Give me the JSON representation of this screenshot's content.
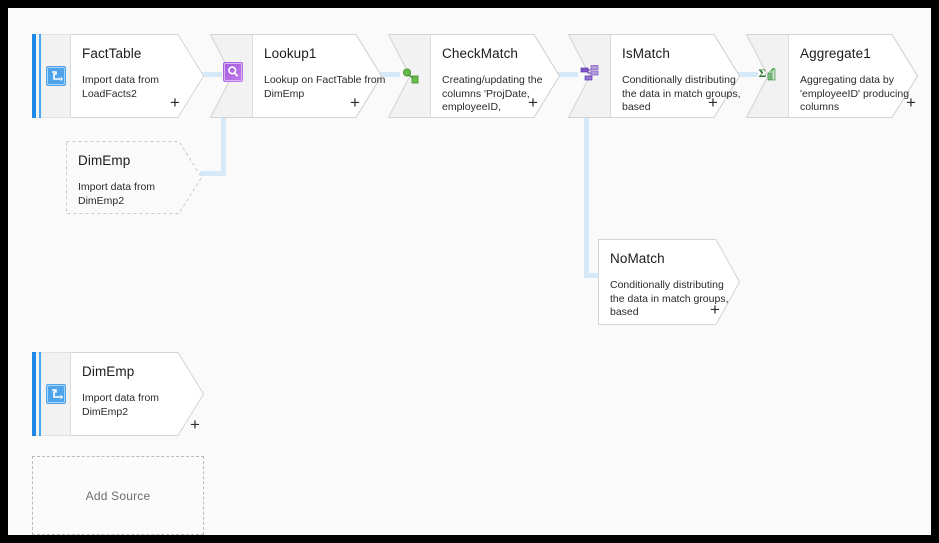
{
  "canvas": {
    "background": "#fafafa",
    "connector_color": "#d6e9f8",
    "frame_color": "#000000"
  },
  "nodes": [
    {
      "id": "factTable",
      "name": "FactTable",
      "description": "Import data from LoadFacts2",
      "kind": "source",
      "icon": "import-source-icon",
      "icon_color": "#2e86de",
      "style": "solid",
      "plus": "+"
    },
    {
      "id": "dimEmpGhost",
      "name": "DimEmp",
      "description": "Import data from DimEmp2",
      "kind": "source-reference",
      "icon": "none",
      "icon_color": "",
      "style": "dashed",
      "plus": ""
    },
    {
      "id": "lookup1",
      "name": "Lookup1",
      "description": "Lookup on FactTable from DimEmp",
      "kind": "transform",
      "icon": "lookup-icon",
      "icon_color": "#8e44d8",
      "style": "solid",
      "plus": "+"
    },
    {
      "id": "checkMatch",
      "name": "CheckMatch",
      "description": "Creating/updating the columns 'ProjDate, employeeID,",
      "kind": "transform",
      "icon": "derived-column-icon",
      "icon_color": "#4caf50",
      "style": "solid",
      "plus": "+"
    },
    {
      "id": "isMatch",
      "name": "IsMatch",
      "description": "Conditionally distributing the data in match groups, based",
      "kind": "transform",
      "icon": "conditional-split-icon",
      "icon_color": "#7e57c2",
      "style": "solid",
      "plus": "+"
    },
    {
      "id": "aggregate1",
      "name": "Aggregate1",
      "description": "Aggregating data by 'employeeID' producing columns",
      "kind": "transform",
      "icon": "aggregate-icon",
      "icon_color": "#4caf50",
      "style": "solid",
      "plus": "+"
    },
    {
      "id": "noMatch",
      "name": "NoMatch",
      "description": "Conditionally distributing the data in match groups, based",
      "kind": "transform",
      "icon": "none",
      "icon_color": "",
      "style": "solid",
      "plus": "+"
    },
    {
      "id": "dimEmp",
      "name": "DimEmp",
      "description": "Import data from DimEmp2",
      "kind": "source",
      "icon": "import-source-icon",
      "icon_color": "#2e86de",
      "style": "solid",
      "plus": "+"
    }
  ],
  "add_source": {
    "label": "Add Source"
  }
}
